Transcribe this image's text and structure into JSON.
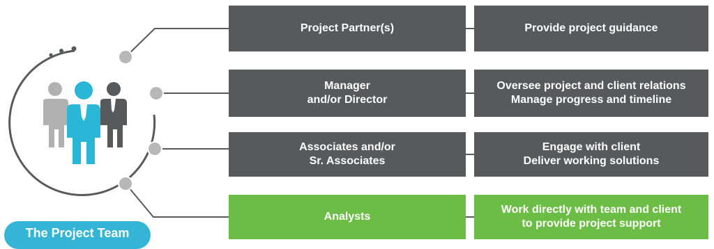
{
  "colors": {
    "dark_box": "#58595b",
    "green_box": "#6cbd45",
    "badge": "#35b5d6",
    "person_center": "#2ab6d6",
    "person_left": "#b1b1b1",
    "person_right": "#58595b",
    "circle_line": "#58595b",
    "node": "#b8b8b8"
  },
  "roles": [
    {
      "lines": [
        "Project Partner(s)"
      ],
      "responsibility": [
        "Provide project guidance"
      ],
      "highlight": false
    },
    {
      "lines": [
        "Manager",
        "and/or Director"
      ],
      "responsibility": [
        "Oversee project and client relations",
        "Manage progress and timeline"
      ],
      "highlight": false
    },
    {
      "lines": [
        "Associates and/or",
        "Sr. Associates"
      ],
      "responsibility": [
        "Engage with client",
        "Deliver working solutions"
      ],
      "highlight": false
    },
    {
      "lines": [
        "Analysts"
      ],
      "responsibility": [
        "Work directly with team and client",
        "to provide project support"
      ],
      "highlight": true
    }
  ],
  "team_label": "The Project Team",
  "icons": [
    "team-icon"
  ]
}
